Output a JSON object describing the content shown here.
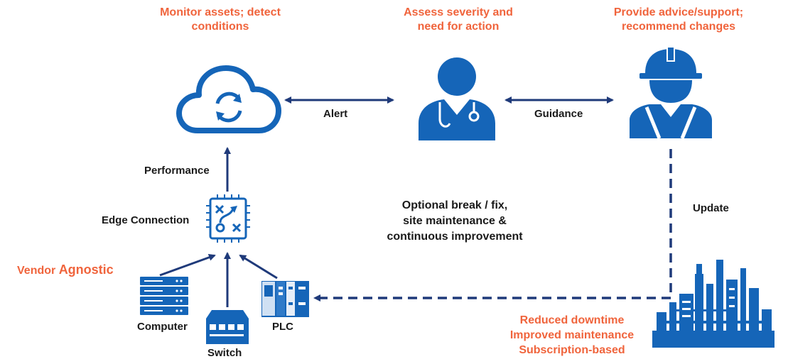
{
  "colors": {
    "primary_blue": "#1565b8",
    "navy": "#1f3a7a",
    "accent_orange": "#f0643c"
  },
  "headers": {
    "monitor": [
      "Monitor assets; detect",
      "conditions"
    ],
    "assess": [
      "Assess severity and",
      "need for action"
    ],
    "advice": [
      "Provide advice/support;",
      "recommend changes"
    ]
  },
  "arrows": {
    "alert": "Alert",
    "guidance": "Guidance",
    "performance": "Performance",
    "update": "Update"
  },
  "edge_connection": "Edge Connection",
  "vendor": {
    "prefix": "Vendor",
    "emphasis": "Agnostic"
  },
  "devices": {
    "computer": "Computer",
    "switch": "Switch",
    "plc": "PLC"
  },
  "center_note": [
    "Optional break / fix,",
    "site maintenance &",
    "continuous improvement"
  ],
  "benefits": [
    "Reduced downtime",
    "Improved maintenance",
    "Subscription-based"
  ],
  "icons": [
    "cloud-sync-icon",
    "doctor-icon",
    "engineer-icon",
    "edge-strategy-icon",
    "server-rack-icon",
    "network-switch-icon",
    "plc-icon",
    "refinery-icon"
  ]
}
